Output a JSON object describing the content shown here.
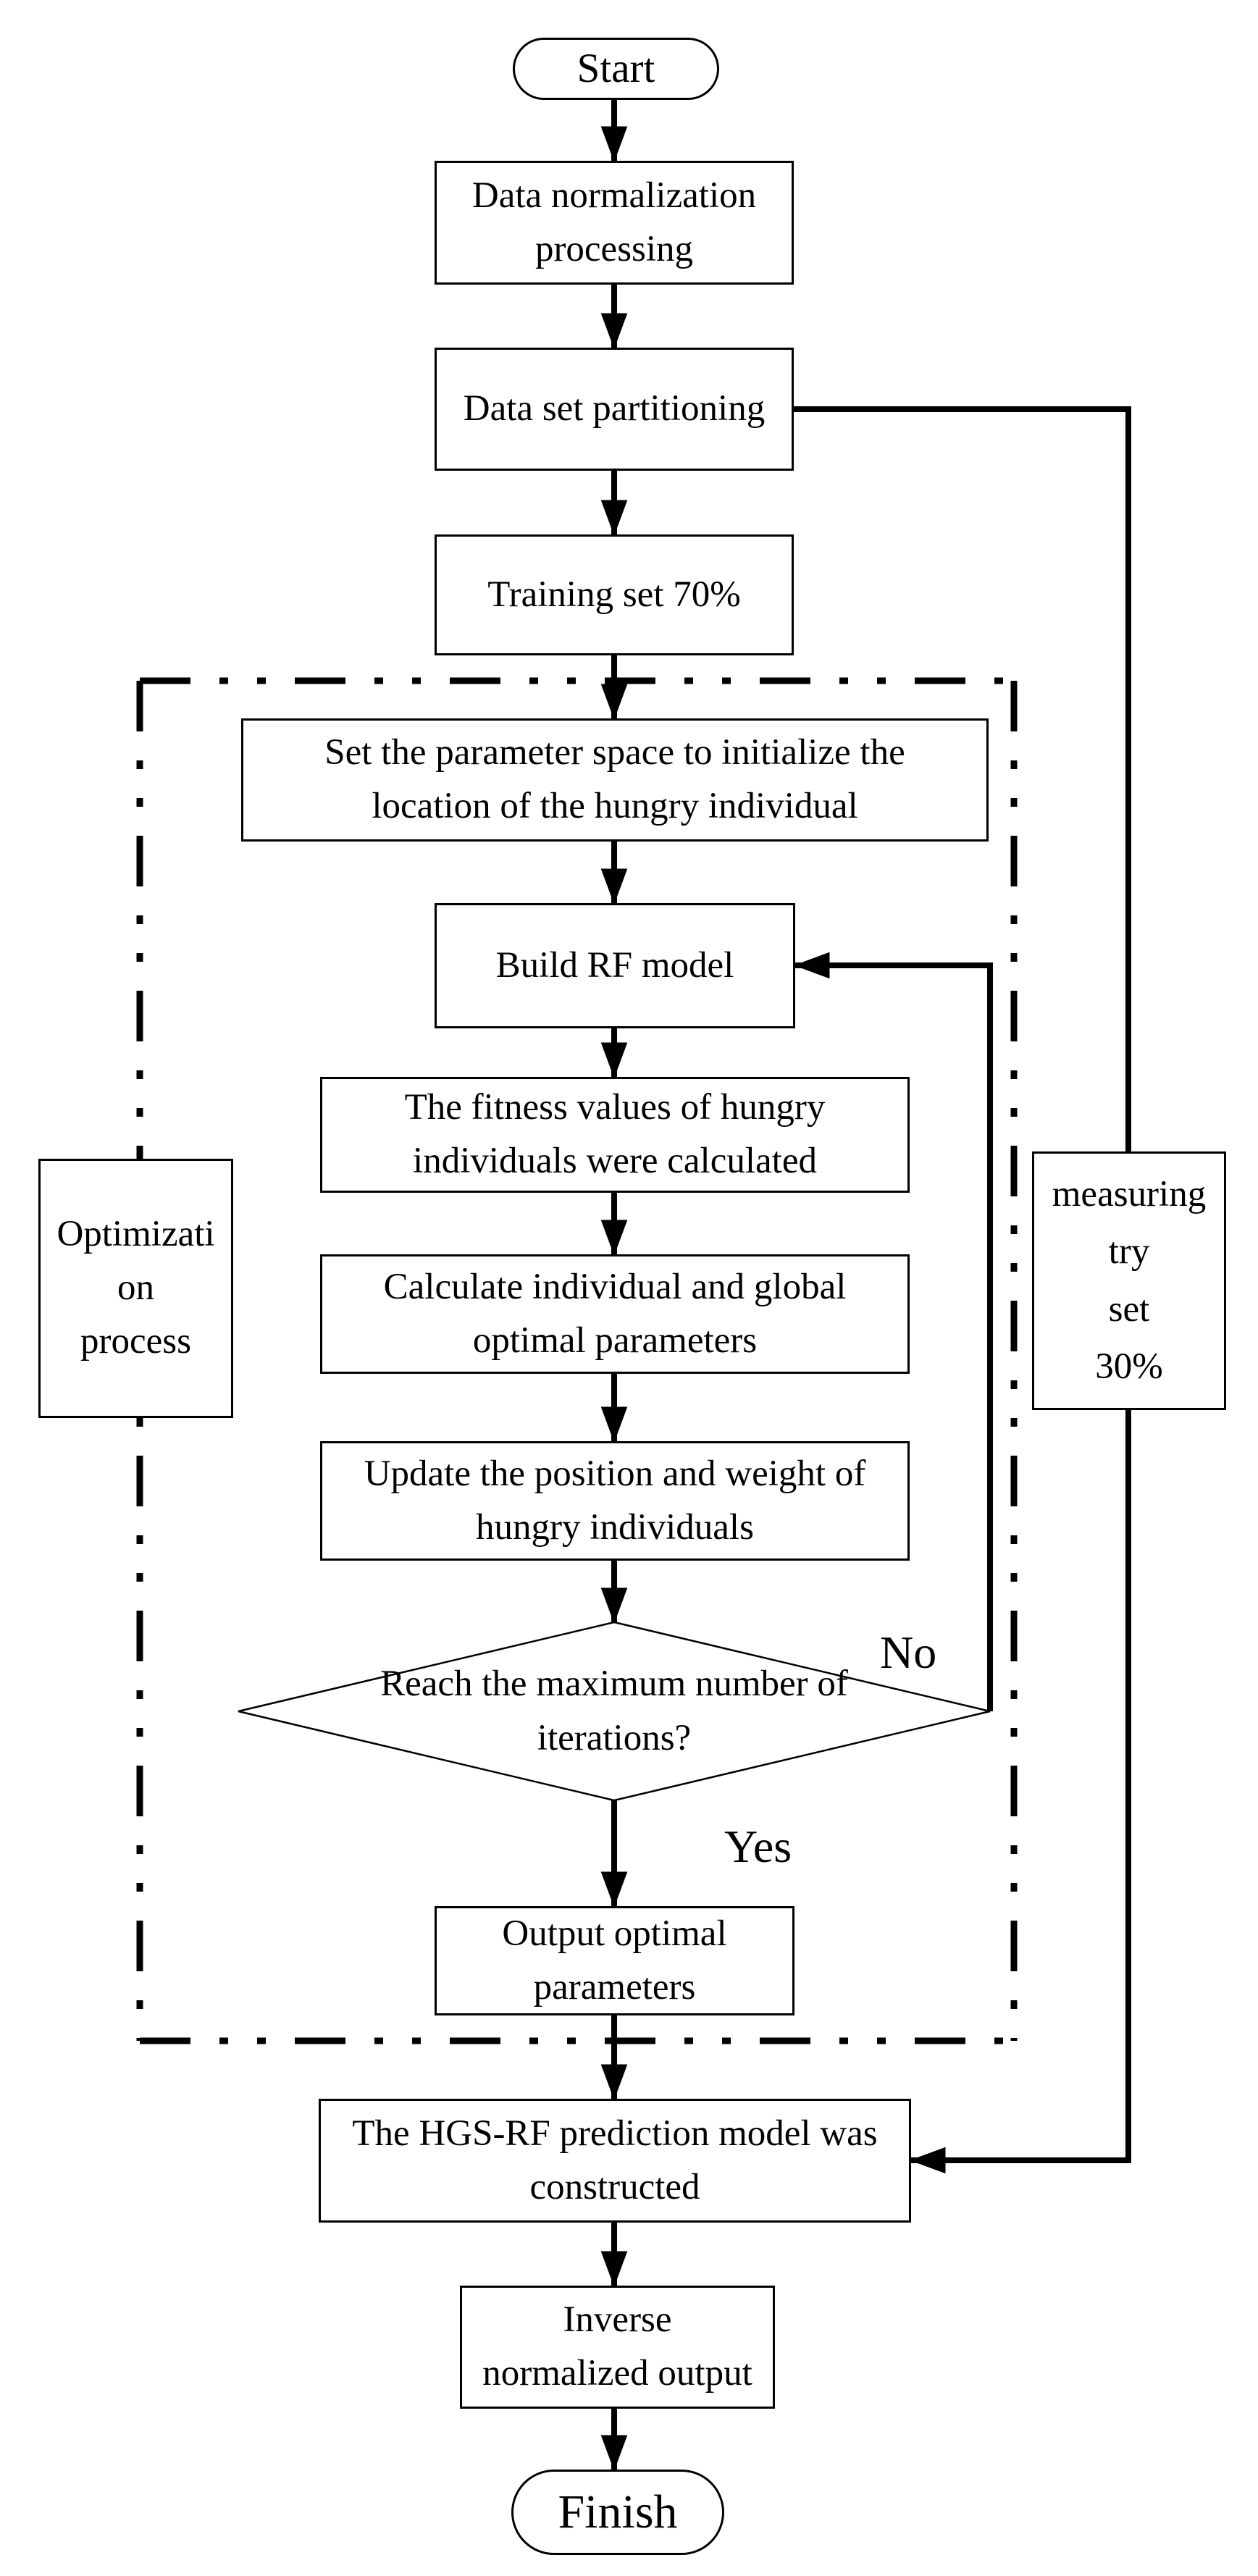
{
  "diagram": {
    "colors": {
      "background": "#ffffff",
      "line": "#000000"
    },
    "nodes": {
      "start": {
        "type": "terminator",
        "label": "Start"
      },
      "data_normalization": {
        "type": "process",
        "lines": [
          "Data normalization",
          "processing"
        ]
      },
      "data_set_partitioning": {
        "type": "process",
        "lines": [
          "Data set partitioning"
        ]
      },
      "training_set": {
        "type": "process",
        "lines": [
          "Training set 70%"
        ]
      },
      "set_parameter_space": {
        "type": "process",
        "lines": [
          "Set the parameter space to initialize the",
          "location of the hungry individual"
        ]
      },
      "build_rf_model": {
        "type": "process",
        "lines": [
          "Build RF model"
        ]
      },
      "fitness_values": {
        "type": "process",
        "lines": [
          "The fitness values of hungry",
          "individuals were calculated"
        ]
      },
      "calculate_optimal": {
        "type": "process",
        "lines": [
          "Calculate individual and global",
          "optimal parameters"
        ]
      },
      "update_position": {
        "type": "process",
        "lines": [
          "Update the position and weight of",
          "hungry individuals"
        ]
      },
      "max_iterations_decision": {
        "type": "decision",
        "lines": [
          "Reach the maximum number of",
          "iterations?"
        ]
      },
      "output_parameters": {
        "type": "process",
        "lines": [
          "Output optimal",
          "parameters"
        ]
      },
      "hgs_rf_model": {
        "type": "process",
        "lines": [
          "The HGS-RF prediction model was",
          "constructed"
        ]
      },
      "inverse_output": {
        "type": "process",
        "lines": [
          "Inverse",
          "normalized output"
        ]
      },
      "finish": {
        "type": "terminator",
        "label": "Finish"
      },
      "optimization_region_label": {
        "type": "side-label",
        "lines": [
          "Optimizati",
          "on",
          "process"
        ]
      },
      "measuring_set_label": {
        "type": "side-label",
        "lines": [
          "measuring",
          "try",
          "set",
          "30%"
        ]
      }
    },
    "edge_labels": {
      "no": "No",
      "yes": "Yes"
    }
  }
}
